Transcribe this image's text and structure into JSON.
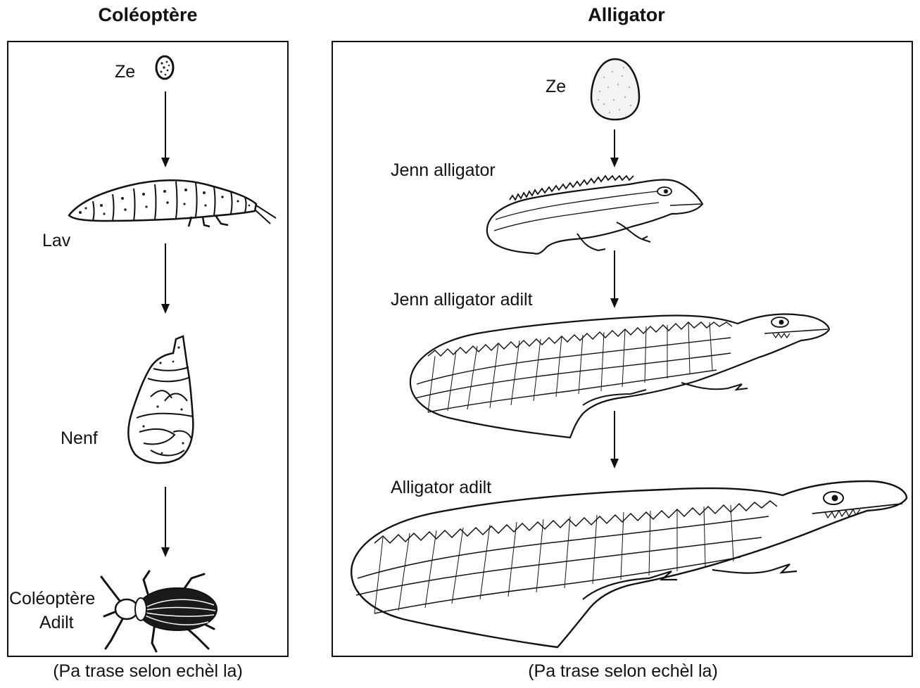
{
  "beetle": {
    "title": "Coléoptère",
    "stages": {
      "egg": "Ze",
      "larva": "Lav",
      "pupa": "Nenf",
      "adult_line1": "Coléoptère",
      "adult_line2": "Adilt"
    },
    "caption": "(Pa trase selon echèl la)"
  },
  "alligator": {
    "title": "Alligator",
    "stages": {
      "egg": "Ze",
      "hatchling": "Jenn alligator",
      "juvenile": "Jenn alligator adilt",
      "adult": "Alligator adilt"
    },
    "caption": "(Pa trase selon echèl la)"
  }
}
